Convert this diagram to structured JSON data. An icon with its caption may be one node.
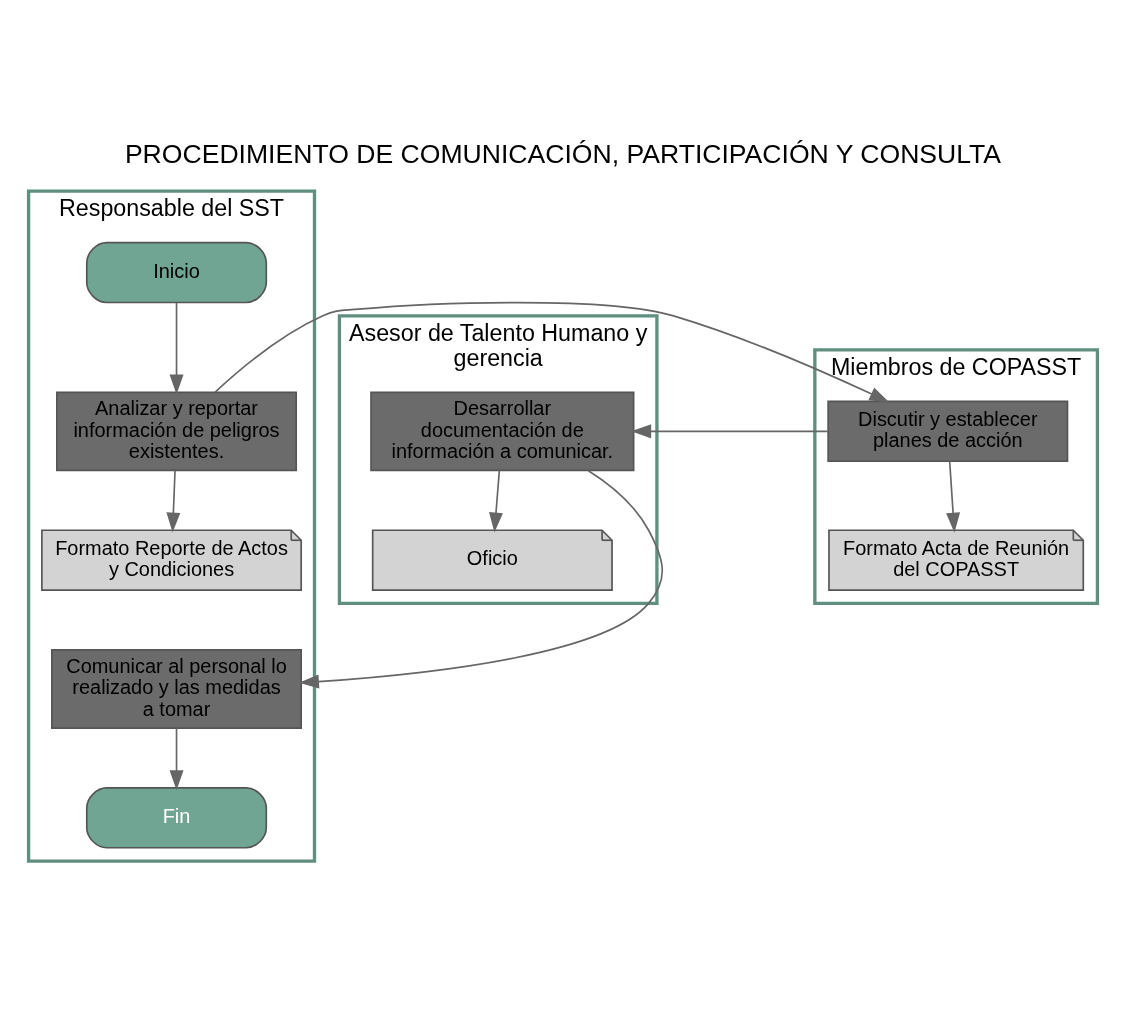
{
  "diagram": {
    "title": "PROCEDIMIENTO DE COMUNICACIÓN, PARTICIPACIÓN Y CONSULTA",
    "nodes": [
      {
        "text": [
          "Responsable del SST"
        ]
      },
      {
        "text": [
          "Inicio"
        ],
        "in": 0
      },
      {
        "text": [
          "Analizar y reportar información de peligros existentes."
        ],
        "in": 0
      },
      {
        "text": [
          "Formato Reporte de Actos y Condiciones"
        ],
        "in": 0
      },
      {
        "text": [
          "Comunicar al personal lo realizado y las medidas a tomar"
        ],
        "in": 0
      },
      {
        "text": [
          "Fin"
        ],
        "in": 0
      },
      {
        "text": [
          "Miembros de COPASST"
        ]
      },
      {
        "text": [
          "Discutir y establecer planes de acción"
        ],
        "in": 6
      },
      {
        "text": [
          "Formato Acta de Reunión del COPASST"
        ],
        "in": 6
      },
      {
        "text": [
          "Asesor de Talento Humano y gerencia"
        ]
      },
      {
        "text": [
          "Desarrollar documentación de información a comunicar."
        ],
        "in": 9
      },
      {
        "text": [
          "Oficio"
        ],
        "in": 9
      }
    ],
    "edges": [
      {
        "from": 1,
        "to": 2,
        "arrow": "to"
      },
      {
        "from": 2,
        "to": 3,
        "arrow": "to"
      },
      {
        "from": 2,
        "to": 7,
        "arrow": "to"
      },
      {
        "from": 7,
        "to": 8,
        "arrow": "to"
      },
      {
        "from": 7,
        "to": 10,
        "arrow": "to"
      },
      {
        "from": 10,
        "to": 11,
        "arrow": "to"
      },
      {
        "from": 10,
        "to": 4,
        "arrow": "to"
      },
      {
        "from": 4,
        "to": 5,
        "arrow": "to"
      }
    ]
  }
}
